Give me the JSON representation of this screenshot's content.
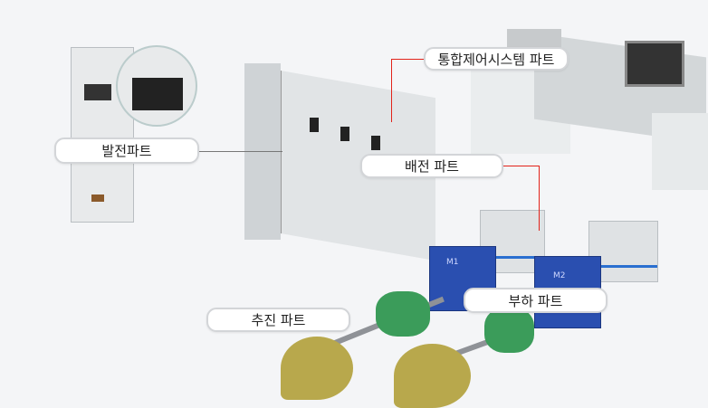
{
  "labels": {
    "integrated_control": "통합제어시스템 파트",
    "generation": "발전파트",
    "distribution": "배전 파트",
    "propulsion": "추진 파트",
    "load": "부하 파트"
  },
  "motors": {
    "m1": "M1",
    "m2": "M2"
  },
  "colors": {
    "leader_line": "#e2231a",
    "motor_blue": "#2a4fb0",
    "gear_green": "#3b9c5a",
    "propeller": "#b8a84c"
  }
}
